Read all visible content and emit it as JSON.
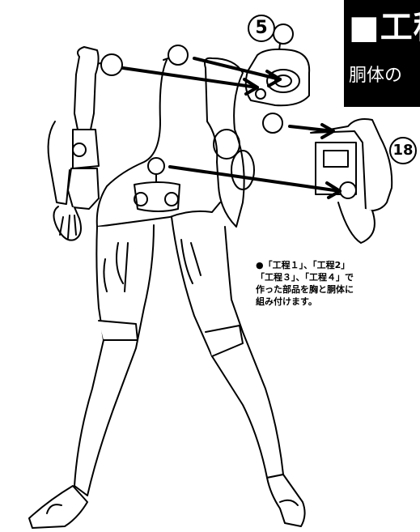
{
  "header": {
    "title": "■工程",
    "subtitle": "胴体の"
  },
  "callouts": {
    "part_5": "5",
    "part_18": "18"
  },
  "instructions": {
    "line1": "●「工程１」、「工程2」",
    "line2": "「工程３」、「工程４」で",
    "line3": "作った部品を胸と胴体に",
    "line4": "組み付けます。"
  },
  "colors": {
    "ink": "#000000",
    "paper": "#ffffff",
    "header_bg": "#000000"
  }
}
